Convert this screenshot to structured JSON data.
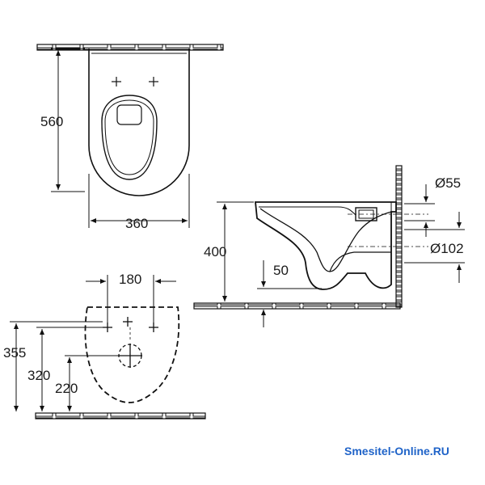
{
  "diagram": {
    "top_view": {
      "depth_label": "560",
      "width_label": "360"
    },
    "side_view": {
      "height_label": "400",
      "offset_label": "50",
      "outlet_label": "Ø55",
      "inlet_label": "Ø102"
    },
    "mounting_view": {
      "spacing_label": "180",
      "height_a_label": "355",
      "height_b_label": "320",
      "height_c_label": "220"
    }
  },
  "watermark": {
    "text": "Smesitel-Online.RU",
    "color": "#1f63c8"
  }
}
